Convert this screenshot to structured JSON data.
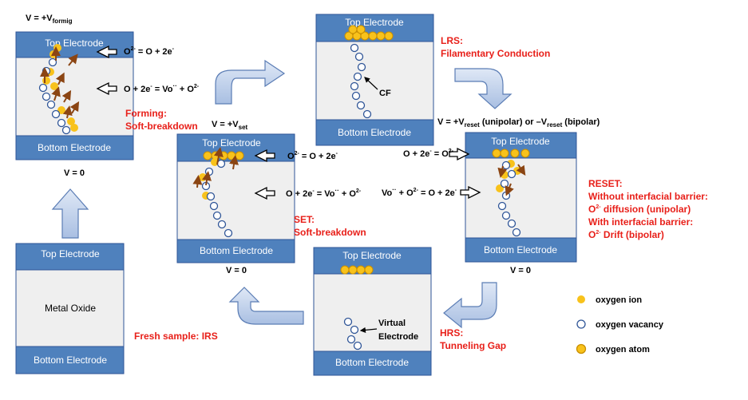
{
  "electrodes": {
    "top": "Top Electrode",
    "bottom": "Bottom Electrode",
    "metal_oxide": "Metal Oxide"
  },
  "forming": {
    "voltage_prefix": "V = +V",
    "voltage_sub": "formig",
    "ground": "V = 0",
    "eq_top_lhs": "O",
    "eq_top_sup": "2-",
    "eq_top_rhs": " = O + 2e",
    "eq_top_sup2": "-",
    "eq_mid": "O + 2e",
    "eq_mid_sup": "-",
    "eq_mid_rest": " = Vo",
    "eq_mid_sup2": "··",
    "eq_mid_tail": " + O",
    "eq_mid_sup3": "2-",
    "title_line1": "Forming:",
    "title_line2": "Soft-breakdown"
  },
  "lrs": {
    "title_line1": "LRS:",
    "title_line2": "Filamentary Conduction",
    "cf_label": "CF"
  },
  "reset": {
    "voltage_text": "V = +V",
    "voltage_sub": "reset",
    "voltage_mid": " (unipolar) or –V",
    "voltage_sub2": "reset",
    "voltage_tail": " (bipolar)",
    "eq_top": "O + 2e",
    "eq_top_sup": "-",
    "eq_top_rest": " = O",
    "eq_top_sup2": "2-",
    "eq_mid": "Vo",
    "eq_mid_sup": "··",
    "eq_mid_rest": " + O",
    "eq_mid_sup2": "2-",
    "eq_mid_tail": " = O + 2e",
    "eq_mid_sup3": "-",
    "ground": "V = 0",
    "notes": [
      "RESET:",
      "Without interfacial barrier:",
      "O",
      " diffusion (unipolar)",
      "With interfacial barrier:",
      "O",
      " Drift (bipolar)"
    ],
    "notes_sup": "2-"
  },
  "set": {
    "voltage_prefix": "V = +V",
    "voltage_sub": "set",
    "ground": "V = 0",
    "eq_top": "O",
    "eq_top_sup": "2-",
    "eq_top_rest": " = O + 2e",
    "eq_top_sup2": "-",
    "eq_mid": "O + 2e",
    "eq_mid_sup": "-",
    "eq_mid_rest": " = Vo",
    "eq_mid_sup2": "··",
    "eq_mid_tail": " + O",
    "eq_mid_sup3": "2-",
    "title_line1": "SET:",
    "title_line2": "Soft-breakdown"
  },
  "hrs": {
    "title_line1": "HRS:",
    "title_line2": "Tunneling Gap",
    "virtual_line1": "Virtual",
    "virtual_line2": "Electrode"
  },
  "fresh": {
    "label": "Fresh sample: IRS"
  },
  "legend": {
    "ion": "oxygen  ion",
    "vacancy": "oxygen  vacancy",
    "atom": "oxygen  atom"
  },
  "colors": {
    "electrode": "#4f81bd",
    "oxide": "#efefef",
    "ion": "#f8c21b",
    "vacancy_stroke": "#2f5597",
    "arrow_fill": "#c5d5ee",
    "arrow_stroke": "#5b7db5",
    "red_text": "#e8201a",
    "brown_arrow": "#8b4513"
  }
}
